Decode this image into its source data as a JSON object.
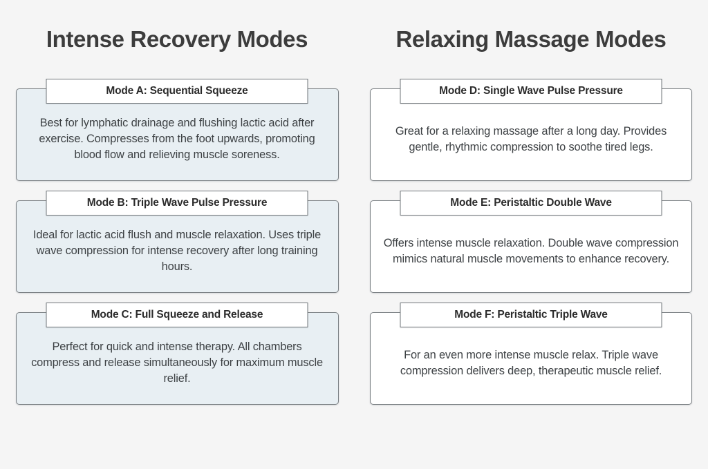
{
  "theme": {
    "page_background": "#f5f5f5",
    "title_color": "#3c3c3c",
    "card_border_color": "#7a7f83",
    "left_card_background": "#e8eff3",
    "right_card_background": "#ffffff",
    "legend_background": "#ffffff",
    "body_text_color": "#3d4144"
  },
  "columns": [
    {
      "id": "intense-recovery",
      "title": "Intense Recovery Modes",
      "cards": [
        {
          "legend": "Mode A: Sequential Squeeze",
          "body": "Best for lymphatic drainage and flushing lactic acid after exercise. Compresses from the foot upwards, promoting blood flow and relieving muscle soreness."
        },
        {
          "legend": "Mode B: Triple Wave Pulse Pressure",
          "body": "Ideal for lactic acid flush and muscle relaxation. Uses triple wave compression for intense recovery after long training hours."
        },
        {
          "legend": "Mode C: Full Squeeze and Release",
          "body": "Perfect for quick and intense therapy. All chambers compress and release simultaneously for maximum muscle relief."
        }
      ]
    },
    {
      "id": "relaxing-massage",
      "title": "Relaxing Massage Modes",
      "cards": [
        {
          "legend": "Mode D: Single Wave Pulse Pressure",
          "body": "Great for a relaxing massage after a long day. Provides gentle, rhythmic compression to soothe tired legs."
        },
        {
          "legend": "Mode E: Peristaltic Double Wave",
          "body": "Offers intense muscle relaxation. Double wave compression mimics natural muscle movements to enhance recovery."
        },
        {
          "legend": "Mode F: Peristaltic Triple Wave",
          "body": "For an even more intense muscle relax. Triple wave compression delivers deep, therapeutic muscle relief."
        }
      ]
    }
  ]
}
